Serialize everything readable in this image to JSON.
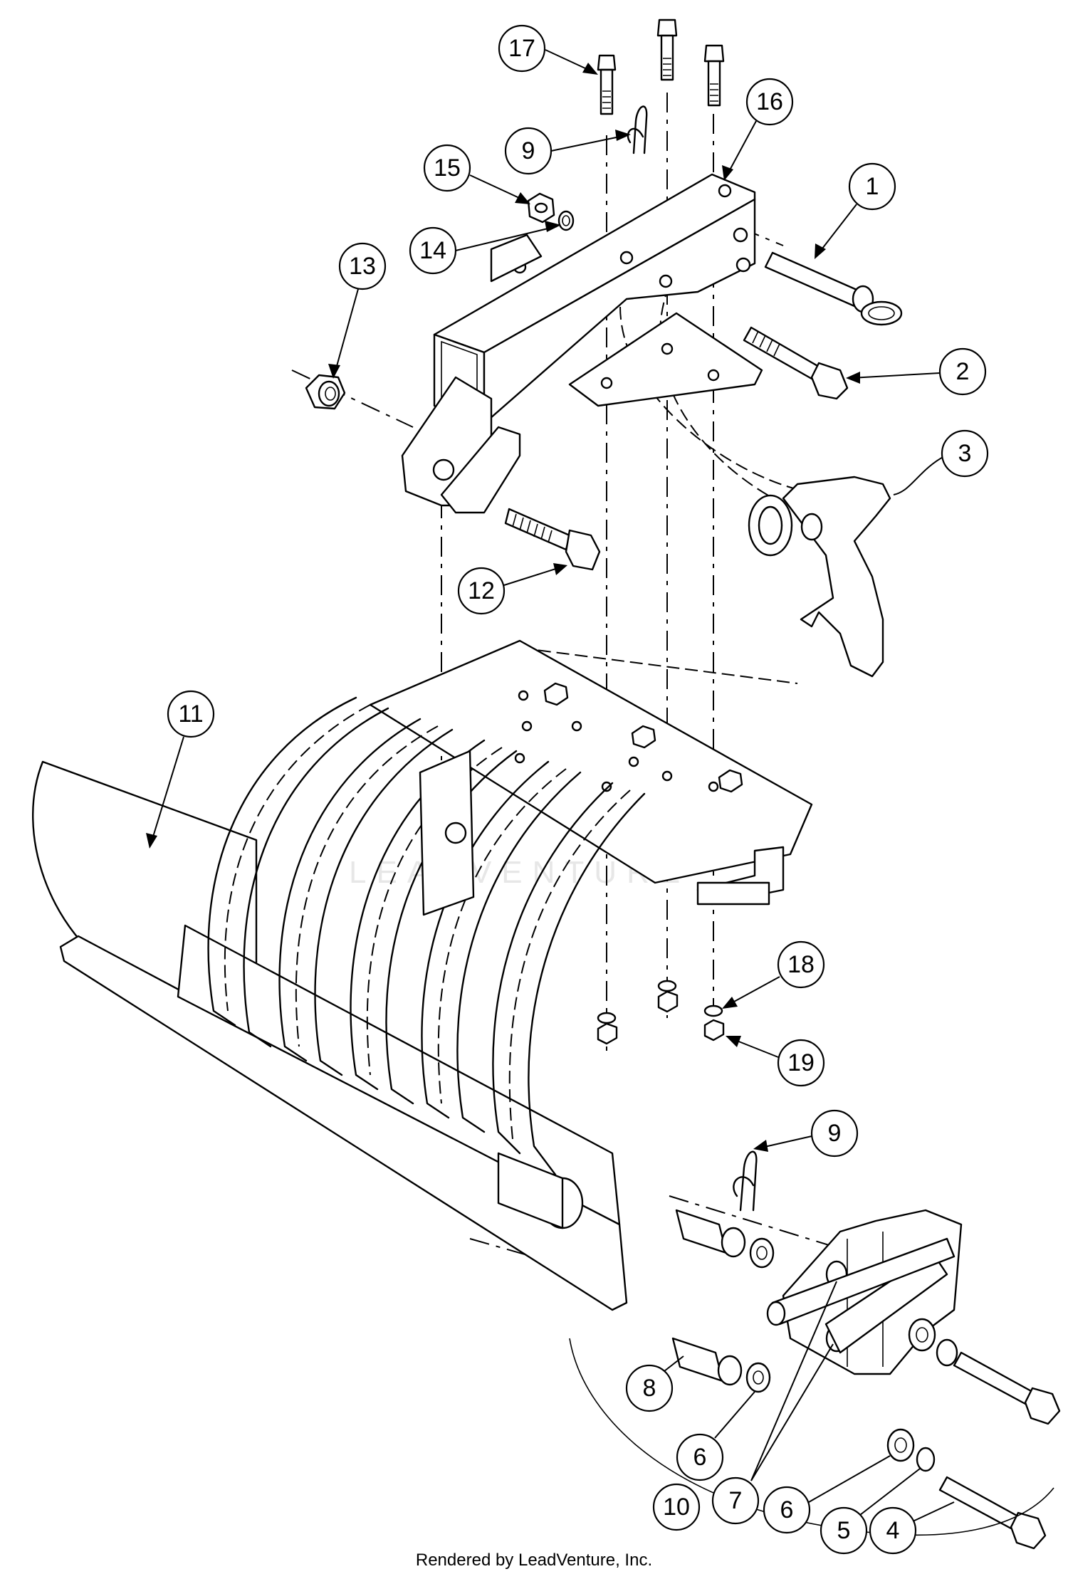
{
  "diagram": {
    "callouts": [
      "17",
      "9",
      "15",
      "14",
      "16",
      "1",
      "13",
      "2",
      "3",
      "12",
      "11",
      "18",
      "19",
      "9",
      "8",
      "6",
      "7",
      "6",
      "5",
      "4",
      "10"
    ],
    "watermark_text": "LEADVENTURE"
  },
  "footer": {
    "text": "Rendered by LeadVenture, Inc."
  }
}
